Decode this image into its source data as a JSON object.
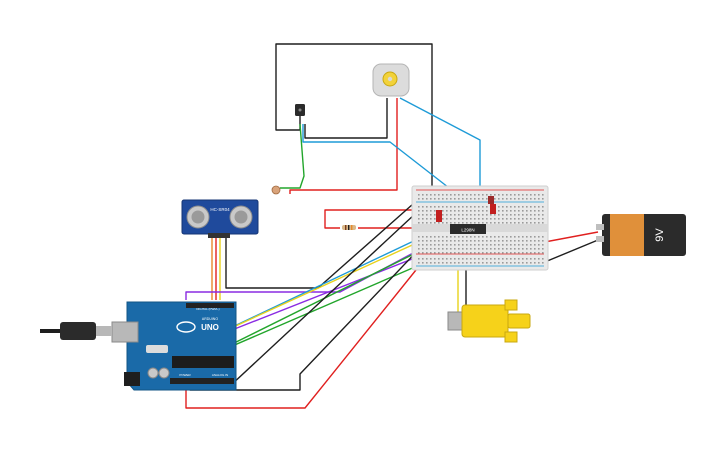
{
  "components": {
    "ultrasonic": {
      "model": "HC-SR04"
    },
    "arduino": {
      "brand": "ARDUINO",
      "model": "UNO",
      "label_power": "POWER",
      "label_analog": "ANALOG IN",
      "label_digital": "DIGITAL (PWM~)"
    },
    "motor_driver": {
      "label": "L298N"
    },
    "battery": {
      "label": "9V"
    }
  },
  "colors": {
    "wire_red": "#e0201f",
    "wire_black": "#1e1e1e",
    "wire_green": "#22a52b",
    "wire_blue": "#1e9bd7",
    "wire_yellow": "#e8d21c",
    "wire_purple": "#8a2be2",
    "wire_orange": "#e8892a",
    "arduino_blue": "#1a6aa8",
    "breadboard": "#e9e9e9",
    "motor_yellow": "#f6d21a",
    "battery_orange": "#e0903a"
  }
}
